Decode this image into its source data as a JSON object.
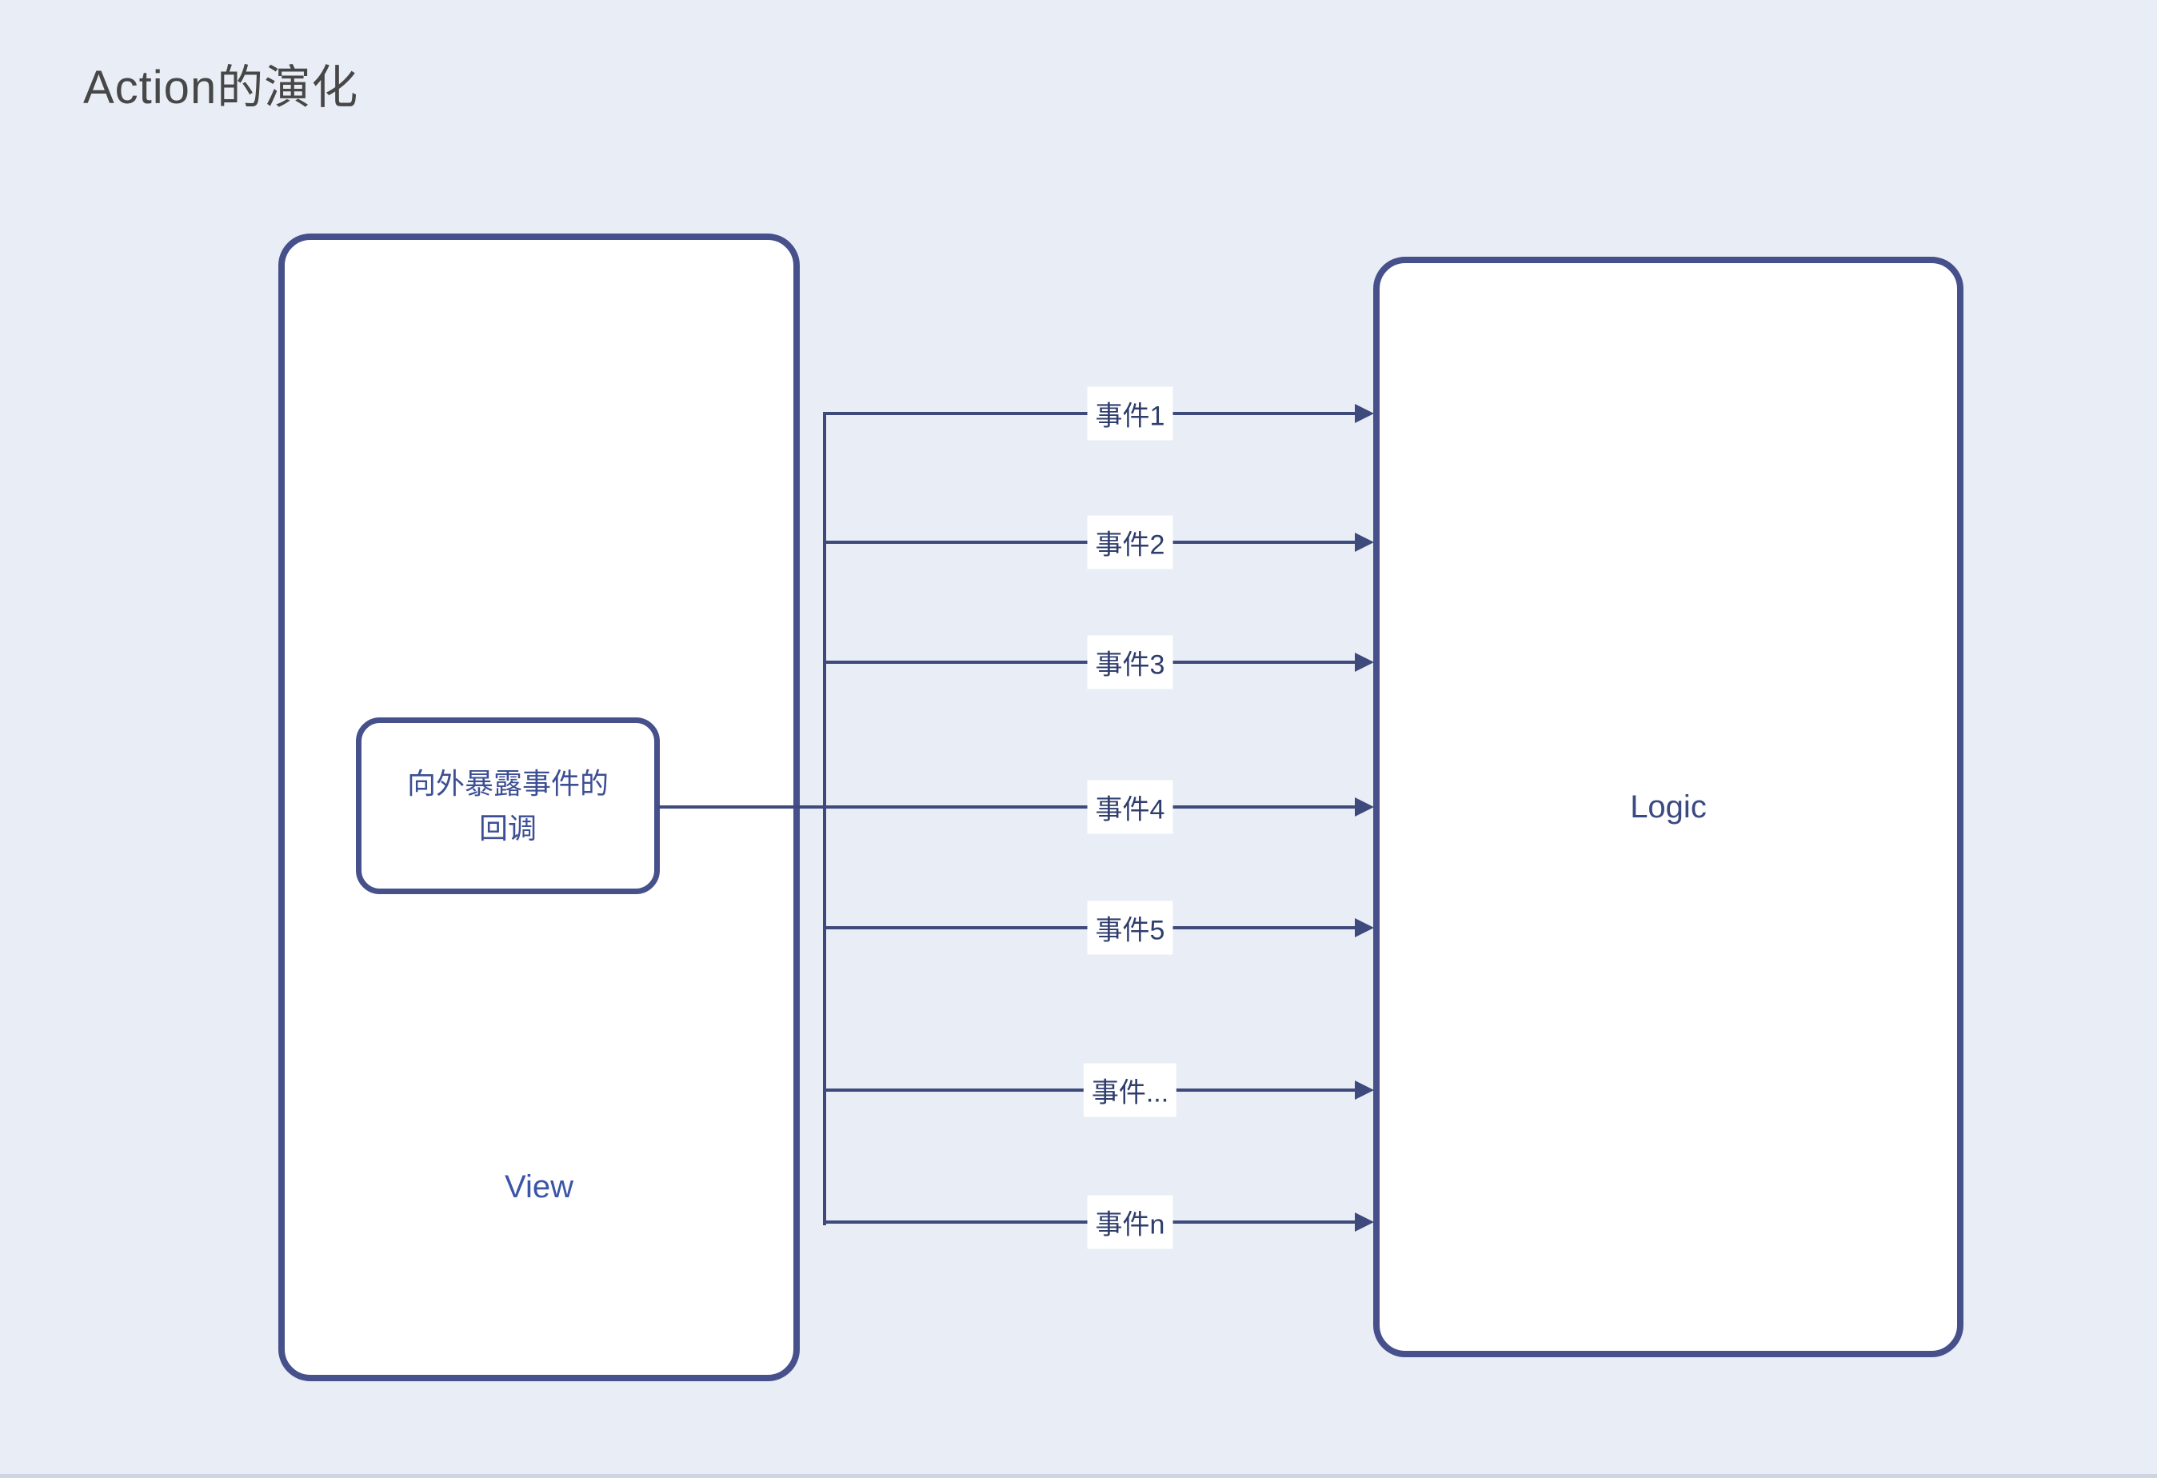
{
  "title": "Action的演化",
  "view": {
    "label": "View",
    "callback_line1": "向外暴露事件的",
    "callback_line2": "回调"
  },
  "logic": {
    "label": "Logic"
  },
  "events": [
    {
      "label": "事件1"
    },
    {
      "label": "事件2"
    },
    {
      "label": "事件3"
    },
    {
      "label": "事件4"
    },
    {
      "label": "事件5"
    },
    {
      "label": "事件..."
    },
    {
      "label": "事件n"
    }
  ],
  "colors": {
    "background": "#e9edf6",
    "box_fill": "#ffffff",
    "box_border": "#46508b",
    "line": "#3e497c",
    "title_text": "#474747",
    "event_label_text": "#2f3d6d",
    "view_label_text": "#3b55a8",
    "logic_label_text": "#3a4a82",
    "callback_text": "#3d4f94"
  }
}
